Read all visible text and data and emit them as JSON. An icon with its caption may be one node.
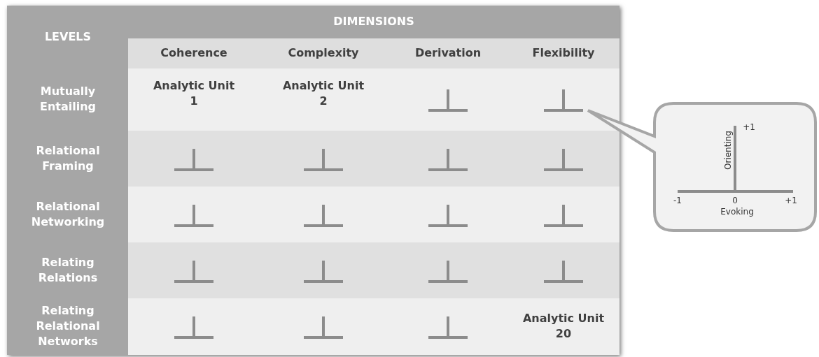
{
  "diagram": {
    "labels": [
      "LEVELS",
      "DIMENSIONS",
      "Coherence",
      "Complexity",
      "Derivation",
      "Flexibility",
      "Mutually Entailing",
      "Analytic Unit 1",
      "Analytic Unit 2",
      "Relational Framing",
      "Relational Networking",
      "Relating Relations",
      "Relating Relational Networks",
      "Analytic Unit 20",
      "Orienting",
      "+1",
      "-1",
      "0",
      "+1",
      "Evoking"
    ]
  }
}
